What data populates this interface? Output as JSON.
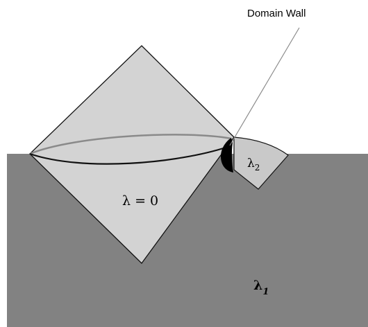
{
  "annotation": {
    "domain_wall": "Domain Wall"
  },
  "regions": {
    "diamond_label": "λ = 0",
    "quarter_disk_symbol": "λ",
    "quarter_disk_subscript": "2",
    "outer_symbol": "λ",
    "outer_subscript": "1"
  },
  "colors": {
    "background": "#ffffff",
    "outer_region": "#828282",
    "diamond_fill": "#d3d3d3",
    "quarter_disk_fill": "#c9c9c9",
    "outline": "#111111",
    "wall": "#000000",
    "light_curve": "#8a8a8a",
    "pointer_line": "#8a8a8a"
  }
}
